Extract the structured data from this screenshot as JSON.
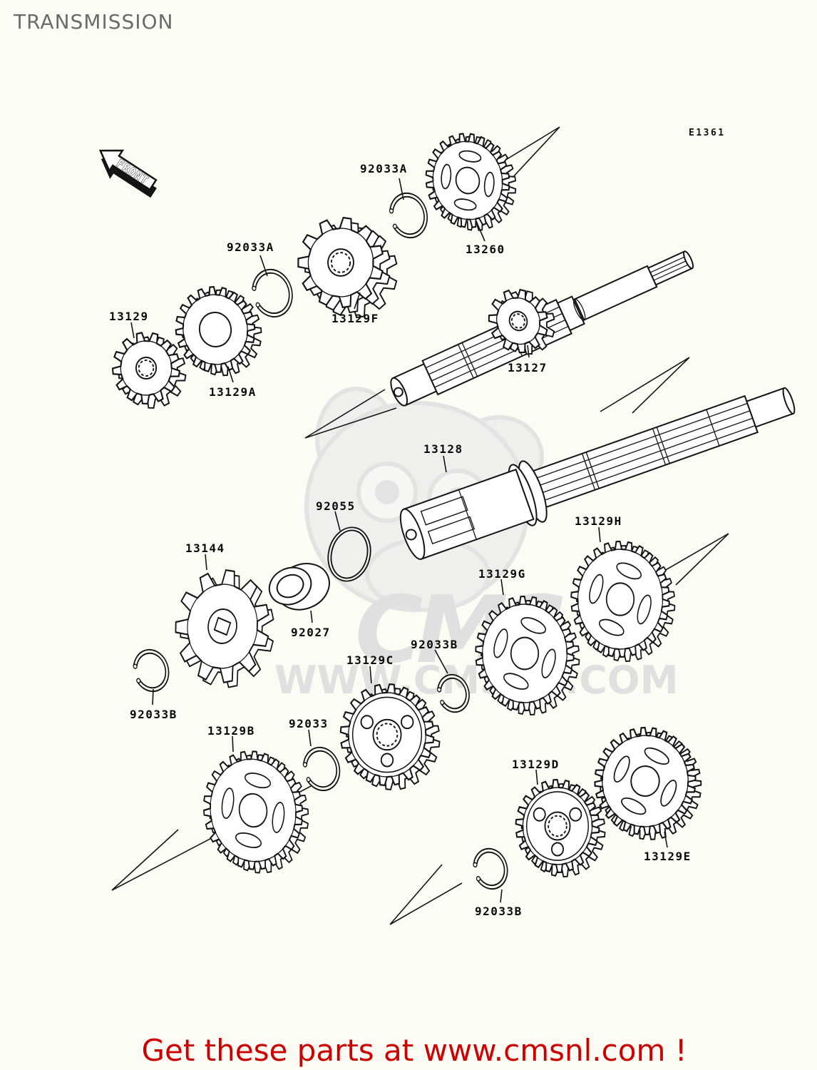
{
  "page": {
    "title": "TRANSMISSION",
    "diagram_code": "E1361",
    "front_label": "FRONT"
  },
  "watermark": {
    "big_text": "CMS",
    "url_text": "WWW.CMSNL.COM",
    "color": "#e0e0e0"
  },
  "footer": {
    "text": "Get these parts at www.cmsnl.com !",
    "color": "#cc0000"
  },
  "parts": [
    {
      "ref": "92033A",
      "type": "circlip"
    },
    {
      "ref": "13260",
      "type": "gear"
    },
    {
      "ref": "92033A",
      "type": "circlip"
    },
    {
      "ref": "13129F",
      "type": "gear"
    },
    {
      "ref": "13129",
      "type": "gear"
    },
    {
      "ref": "13129A",
      "type": "gear"
    },
    {
      "ref": "13127",
      "type": "input-shaft"
    },
    {
      "ref": "13128",
      "type": "output-shaft"
    },
    {
      "ref": "92055",
      "type": "o-ring"
    },
    {
      "ref": "13144",
      "type": "sprocket"
    },
    {
      "ref": "92027",
      "type": "bushing"
    },
    {
      "ref": "13129G",
      "type": "gear"
    },
    {
      "ref": "13129H",
      "type": "gear"
    },
    {
      "ref": "92033B",
      "type": "circlip"
    },
    {
      "ref": "13129C",
      "type": "gear"
    },
    {
      "ref": "92033B",
      "type": "circlip"
    },
    {
      "ref": "13129B",
      "type": "gear"
    },
    {
      "ref": "92033",
      "type": "circlip"
    },
    {
      "ref": "13129D",
      "type": "gear"
    },
    {
      "ref": "13129E",
      "type": "gear"
    },
    {
      "ref": "92033B",
      "type": "circlip"
    }
  ]
}
